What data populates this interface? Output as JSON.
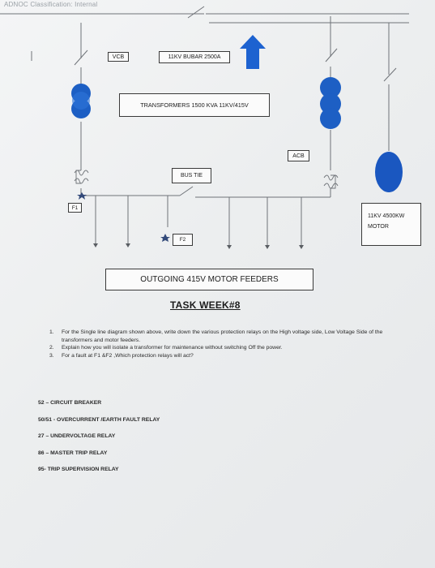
{
  "header": {
    "classification": "ADNOC Classification: Internal"
  },
  "diagram": {
    "vcb_label": "VCB",
    "busbar_label": "11KV BUBAR 2500A",
    "transformers_label": "TRANSFORMERS 1500 KVA 11KV/415V",
    "acb_label": "ACB",
    "bus_tie_label": "BUS TIE",
    "f1_label": "F1",
    "f2_label": "F2",
    "motor_label_line1": "11KV 4500KW",
    "motor_label_line2": "MOTOR",
    "feeders_label": "OUTGOING 415V MOTOR   FEEDERS",
    "colors": {
      "transformer_blue": "#1d5fc4",
      "motor_blue": "#1a57c0",
      "arrow_blue": "#1d62d0",
      "line_gray": "#6f7378"
    }
  },
  "task": {
    "title": "TASK WEEK#8",
    "questions": [
      {
        "num": "1.",
        "text": "For the Single line diagram shown above, write down the various protection relays on the High voltage side, Low Voltage Side of the transformers and motor feeders."
      },
      {
        "num": "2.",
        "text": "Explain how you will isolate a transformer for maintenance without switching Off the power."
      },
      {
        "num": "3.",
        "text": "For a fault at F1 &F2 ,Which protection relays will act?"
      }
    ]
  },
  "legend": [
    "52 – CIRCUIT BREAKER",
    "50/51 - OVERCURRENT /EARTH FAULT RELAY",
    "27 – UNDERVOLTAGE RELAY",
    "86 – MASTER TRIP RELAY",
    "95- TRIP SUPERVISION RELAY"
  ]
}
